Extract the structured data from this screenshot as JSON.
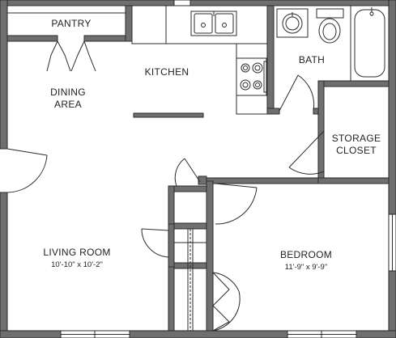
{
  "rooms": {
    "pantry": {
      "name": "PANTRY"
    },
    "kitchen": {
      "name": "KITCHEN"
    },
    "dining": {
      "name_line1": "DINING",
      "name_line2": "AREA"
    },
    "bath": {
      "name": "BATH"
    },
    "storage": {
      "name_line1": "STORAGE",
      "name_line2": "CLOSET"
    },
    "living": {
      "name": "LIVING ROOM",
      "dimensions": "10'-10\" x 10'-2\""
    },
    "bedroom": {
      "name": "BEDROOM",
      "dimensions": "11'-9\" x 9'-9\""
    }
  },
  "colors": {
    "wall_fill": "#6f6f6f",
    "line": "#2b2b2b",
    "background": "#ffffff"
  }
}
